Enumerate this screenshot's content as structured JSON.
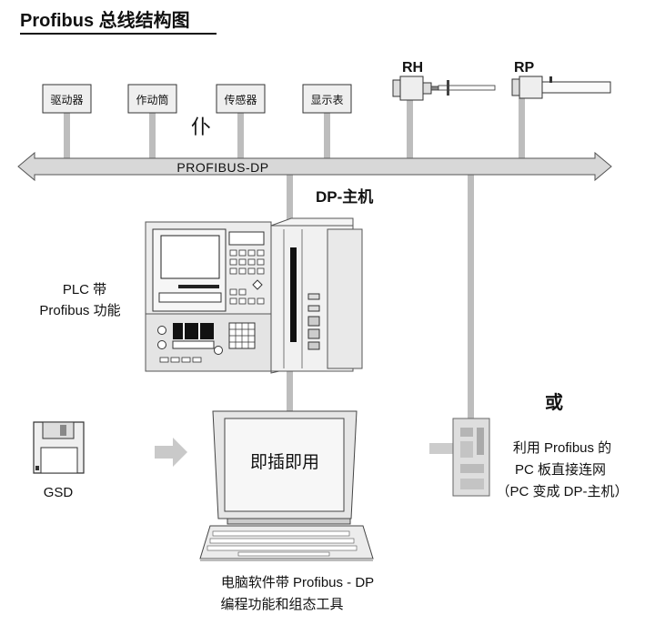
{
  "title": "Profibus 总线结构图",
  "bus_label": "PROFIBUS-DP",
  "field_devices": [
    "驱动器",
    "作动筒",
    "传感器",
    "显示表"
  ],
  "cylinders": [
    "RH",
    "RP"
  ],
  "pu_label": "仆",
  "master_label": "DP-主机",
  "plc_label": {
    "line1": "PLC 带",
    "line2": "Profibus 功能"
  },
  "monitor_text": "即插即用",
  "gsd_label": "GSD",
  "pc_card_label": {
    "or": "或",
    "line1": "利用 Profibus 的",
    "line2": "PC 板直接连网",
    "line3": "（PC 变成 DP-主机）"
  },
  "software_label": {
    "line1": "电脑软件带 Profibus - DP",
    "line2": "编程功能和组态工具"
  },
  "colors": {
    "bus_fill": "#d8d8d8",
    "bus_stroke": "#555555",
    "connector": "#bdbdbd",
    "device_body": "#ededed"
  }
}
